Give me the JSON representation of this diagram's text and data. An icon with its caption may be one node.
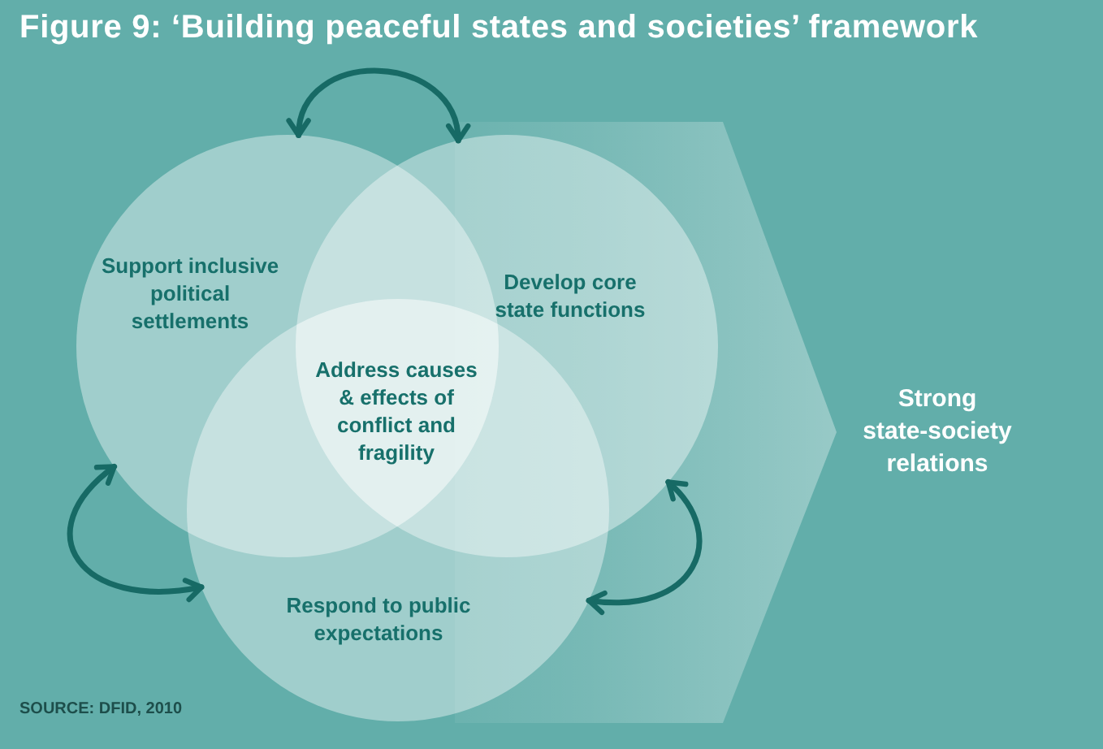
{
  "diagram": {
    "title": "Figure 9: ‘Building peaceful states and societies’ framework",
    "caption": "SOURCE: DFID, 2010",
    "nodes": [
      {
        "text": [
          "Support inclusive political settlements"
        ]
      },
      {
        "text": [
          "Develop core state functions"
        ]
      },
      {
        "text": [
          "Respond to public expectations"
        ]
      },
      {
        "text": [
          "Address causes & effects of conflict and fragility"
        ]
      },
      {
        "text": [
          "Strong state-society relations"
        ]
      }
    ],
    "edges": [
      {
        "from": 0,
        "to": 1,
        "arrow": "both"
      },
      {
        "from": 0,
        "to": 2,
        "arrow": "both"
      },
      {
        "from": 1,
        "to": 2,
        "arrow": "both"
      },
      {
        "from": null,
        "to": 4,
        "arrow": "to",
        "style": "thick"
      }
    ]
  }
}
